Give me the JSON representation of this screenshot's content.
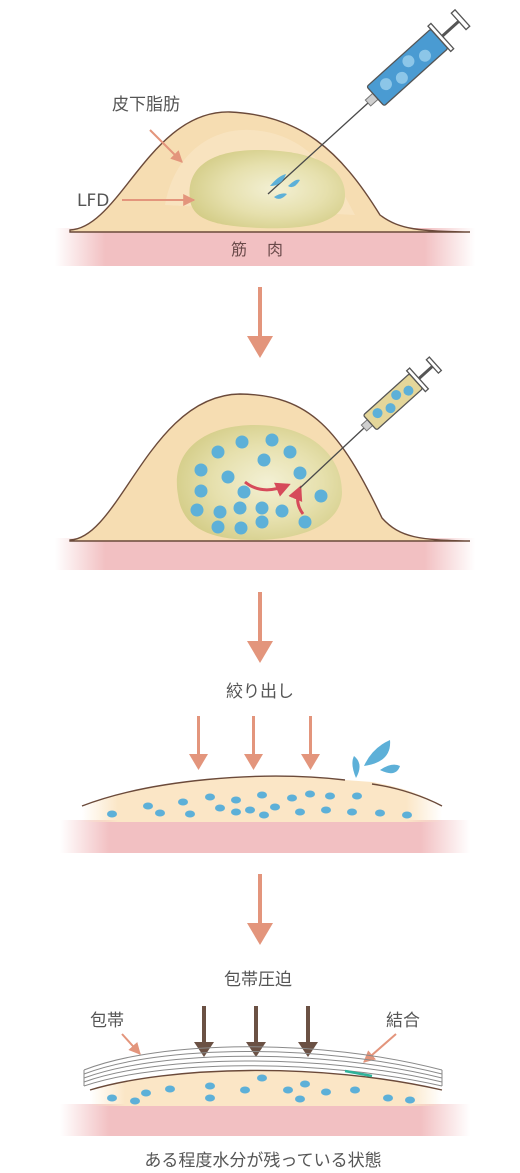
{
  "labels": {
    "subcutaneous_fat": "皮下脂肪",
    "lfd": "LFD",
    "muscle": "筋　肉",
    "squeeze": "絞り出し",
    "bandage_compression": "包帯圧迫",
    "bandage": "包帯",
    "adhesion": "結合",
    "caption": "ある程度水分が残っている状態"
  },
  "colors": {
    "skin_outline": "#6b4a3a",
    "fat": "#f6dfb4",
    "fat_bottom": "#fbe9cc",
    "lfd_fill": "#dfd89a",
    "lfd_center": "#f1edc8",
    "muscle": "#f2c0c2",
    "fluid_dot": "#5db0d8",
    "arrow": "#e3957c",
    "red_arrow": "#d64a5a",
    "compress_arrow": "#6b5144",
    "syringe_blue": "#4a9bd2",
    "syringe_yellow": "#e4d69a",
    "adhesion_line": "#2fb39a"
  }
}
